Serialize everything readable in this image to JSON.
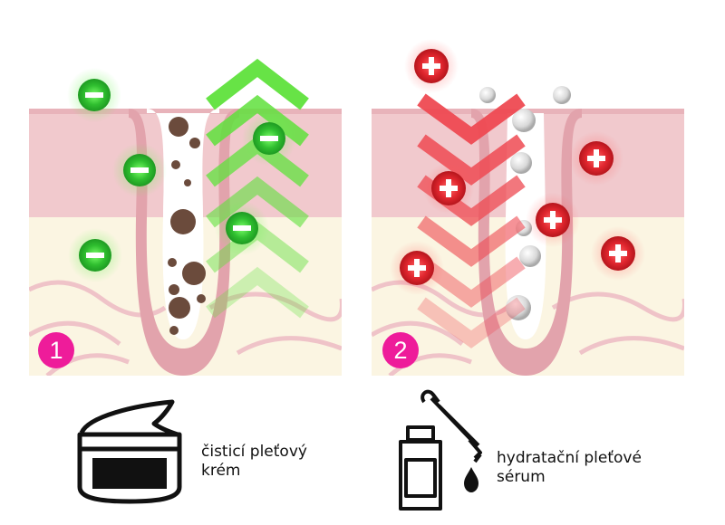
{
  "panels": [
    {
      "number": "1",
      "ion_symbol": "−",
      "ion_color": "#38c93a",
      "arrow_color": "#5fe13c"
    },
    {
      "number": "2",
      "ion_symbol": "+",
      "ion_color": "#e0262e",
      "arrow_color": "#ee4a52"
    }
  ],
  "colors": {
    "badge": "#ee1c9a",
    "skin_upper": "#f1c9cd",
    "skin_lower": "#fbf5e2",
    "pore_wall": "#e2a3ac",
    "dirt": "#6b4b3c"
  },
  "products": {
    "cream": {
      "icon": "cream-jar-icon",
      "line1": "čisticí pleťový",
      "line2": "krém"
    },
    "serum": {
      "icon": "dropper-bottle-icon",
      "line1": "hydratační pleťové",
      "line2": "sérum"
    }
  }
}
